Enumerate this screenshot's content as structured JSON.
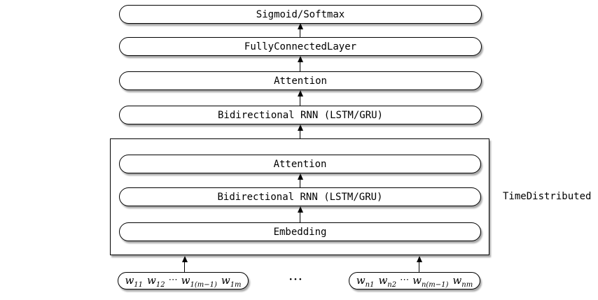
{
  "diagram": {
    "outer_layers": {
      "sigmoid": "Sigmoid/Softmax",
      "fully_connected": "FullyConnectedLayer",
      "attention": "Attention",
      "bidirectional_rnn": "Bidirectional RNN (LSTM/GRU)"
    },
    "time_distributed": {
      "label": "TimeDistributed",
      "layers": {
        "attention": "Attention",
        "bidirectional_rnn": "Bidirectional RNN (LSTM/GRU)",
        "embedding": "Embedding"
      }
    },
    "inputs": {
      "left": {
        "t1": {
          "base": "w",
          "sub": "11"
        },
        "t2": {
          "base": "w",
          "sub": "12"
        },
        "dots": "⋯",
        "t3": {
          "base": "w",
          "sub": "1(m−1)"
        },
        "t4": {
          "base": "w",
          "sub": "1m"
        }
      },
      "separator": "···",
      "right": {
        "t1": {
          "base": "w",
          "sub": "n1"
        },
        "t2": {
          "base": "w",
          "sub": "n2"
        },
        "dots": "⋯",
        "t3": {
          "base": "w",
          "sub": "n(m−1)"
        },
        "t4": {
          "base": "w",
          "sub": "nm"
        }
      }
    },
    "colors": {
      "stroke": "#000000",
      "background": "#ffffff",
      "shadow": "rgba(0,0,0,0.35)"
    }
  }
}
